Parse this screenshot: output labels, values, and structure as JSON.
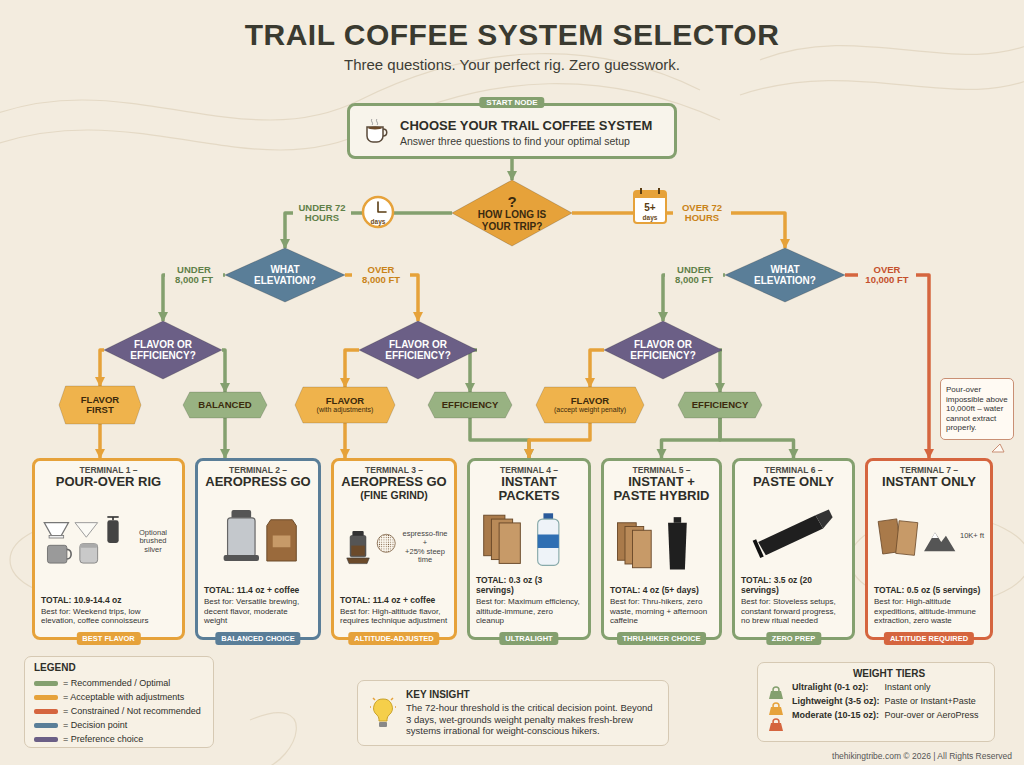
{
  "diagram": {
    "title": "TRAIL COFFEE SYSTEM SELECTOR",
    "caption": "Three questions. Your perfect rig. Zero guesswork.",
    "nodes": [
      {
        "text": [
          "START NODE",
          "CHOOSE YOUR TRAIL COFFEE SYSTEM",
          "Answer three questions to find your optimal setup"
        ]
      },
      {
        "text": [
          "?",
          "HOW LONG IS YOUR TRIP?"
        ]
      },
      {
        "text": [
          "WHAT ELEVATION?"
        ]
      },
      {
        "text": [
          "WHAT ELEVATION?"
        ]
      },
      {
        "text": [
          "FLAVOR OR EFFICIENCY?"
        ]
      },
      {
        "text": [
          "FLAVOR OR EFFICIENCY?"
        ]
      },
      {
        "text": [
          "FLAVOR OR EFFICIENCY?"
        ]
      },
      {
        "text": [
          "FLAVOR FIRST"
        ]
      },
      {
        "text": [
          "BALANCED"
        ]
      },
      {
        "text": [
          "FLAVOR",
          "(with adjustments)"
        ]
      },
      {
        "text": [
          "EFFICIENCY"
        ]
      },
      {
        "text": [
          "FLAVOR",
          "(accept weight penalty)"
        ]
      },
      {
        "text": [
          "EFFICIENCY"
        ]
      },
      {
        "text": [
          "TERMINAL 1 –",
          "POUR-OVER RIG",
          "Optional brushed silver",
          "TOTAL: 10.9-14.4 oz",
          "Best for: Weekend trips, low elevation, coffee connoisseurs",
          "BEST FLAVOR"
        ]
      },
      {
        "text": [
          "TERMINAL 2 –",
          "AEROPRESS GO",
          "TOTAL: 11.4 oz + coffee",
          "Best for: Versatile brewing, decent flavor, moderate weight",
          "BALANCED CHOICE"
        ]
      },
      {
        "text": [
          "TERMINAL 3 –",
          "AEROPRESS GO",
          "(FINE GRIND)",
          "espresso-fine",
          "+",
          "+25% steep time",
          "TOTAL: 11.4 oz + coffee",
          "Best for: High-altitude flavor, requires technique adjustment",
          "ALTITUDE-ADJUSTED"
        ]
      },
      {
        "text": [
          "TERMINAL 4 –",
          "INSTANT PACKETS",
          "TOTAL: 0.3 oz (3 servings)",
          "Best for: Maximum efficiency, altitude-immune, zero cleanup",
          "ULTRALIGHT"
        ]
      },
      {
        "text": [
          "TERMINAL 5 –",
          "INSTANT + PASTE HYBRID",
          "TOTAL: 4 oz (5+ days)",
          "Best for: Thru-hikers, zero waste, morning + afternoon caffeine",
          "THRU-HIKER CHOICE"
        ]
      },
      {
        "text": [
          "TERMINAL 6 –",
          "PASTE ONLY",
          "TOTAL: 3.5 oz (20 servings)",
          "Best for: Stoveless setups, constant forward progress, no brew ritual needed",
          "ZERO PREP"
        ]
      },
      {
        "text": [
          "TERMINAL 7 –",
          "INSTANT ONLY",
          "10K+ ft",
          "TOTAL: 0.5 oz (5 servings)",
          "Best for: High-altitude expeditions, altitude-immune extraction, zero waste",
          "ALTITUDE REQUIRED"
        ]
      },
      {
        "text": [
          "Pour-over impossible above 10,000ft – water cannot extract properly."
        ]
      },
      {
        "text": [
          "KEY INSIGHT",
          "The 72-hour threshold is the critical decision point. Beyond 3 days, wet-grounds weight penalty makes fresh-brew systems irrational for weight-conscious hikers."
        ]
      },
      {
        "text": [
          "WEIGHT TIERS",
          "Ultralight (0-1 oz):",
          "Instant only",
          "Lightweight (3-5 oz):",
          "Paste or Instant+Paste",
          "Moderate (10-15 oz):",
          "Pour-over or AeroPress"
        ]
      }
    ],
    "edges": [
      {
        "from": 0,
        "to": 1,
        "arrow": "to"
      },
      {
        "from": 1,
        "to": 2,
        "label": "UNDER 72 HOURS",
        "arrow": "to"
      },
      {
        "from": 1,
        "to": 3,
        "label": "OVER 72 HOURS",
        "arrow": "to"
      },
      {
        "from": 2,
        "to": 4,
        "label": "UNDER 8,000 FT",
        "arrow": "to"
      },
      {
        "from": 2,
        "to": 5,
        "label": "OVER 8,000 FT",
        "arrow": "to"
      },
      {
        "from": 3,
        "to": 6,
        "label": "UNDER 8,000 FT",
        "arrow": "to"
      },
      {
        "from": 3,
        "to": 19,
        "label": "OVER 10,000 FT",
        "arrow": "to"
      },
      {
        "from": 4,
        "to": 7,
        "arrow": "to"
      },
      {
        "from": 4,
        "to": 8,
        "arrow": "to"
      },
      {
        "from": 5,
        "to": 9,
        "arrow": "to"
      },
      {
        "from": 5,
        "to": 10,
        "arrow": "to"
      },
      {
        "from": 6,
        "to": 11,
        "arrow": "to"
      },
      {
        "from": 6,
        "to": 12,
        "arrow": "to"
      },
      {
        "from": 7,
        "to": 13,
        "arrow": "to"
      },
      {
        "from": 8,
        "to": 14,
        "arrow": "to"
      },
      {
        "from": 9,
        "to": 15,
        "arrow": "to"
      },
      {
        "from": 10,
        "to": 16,
        "arrow": "to"
      },
      {
        "from": 11,
        "to": 16,
        "arrow": "to"
      },
      {
        "from": 12,
        "to": 17,
        "arrow": "to"
      },
      {
        "from": 12,
        "to": 18,
        "arrow": "to"
      }
    ],
    "labels": [
      "days",
      "5+",
      "days",
      "LEGEND",
      "thehikingtribe.com © 2026 | All Rights Reserved"
    ],
    "legend": [
      {
        "text": "= Recommended / Optimal",
        "color": "#84a06f"
      },
      {
        "text": "= Acceptable with adjustments",
        "color": "#e6a23a"
      },
      {
        "text": "= Constrained / Not recommended",
        "color": "#d5653f"
      },
      {
        "text": "= Decision point",
        "color": "#5a7e98"
      },
      {
        "text": "= Preference choice",
        "color": "#6b5f86"
      }
    ]
  }
}
